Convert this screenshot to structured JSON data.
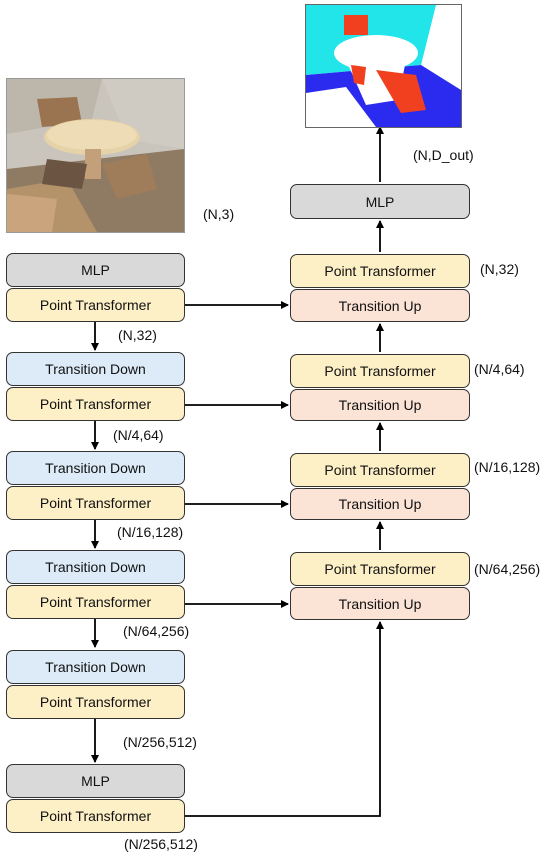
{
  "encoder": {
    "mlp": "MLP",
    "pt0": "Point Transformer",
    "td1": "Transition Down",
    "pt1": "Point Transformer",
    "td2": "Transition Down",
    "pt2": "Point Transformer",
    "td3": "Transition Down",
    "pt3": "Point Transformer",
    "td4": "Transition Down",
    "pt4": "Point Transformer"
  },
  "bottleneck": {
    "mlp": "MLP",
    "pt": "Point Transformer"
  },
  "decoder": {
    "mlp": "MLP",
    "pt1": "Point Transformer",
    "tu1": "Transition Up",
    "pt2": "Point Transformer",
    "tu2": "Transition Up",
    "pt3": "Point Transformer",
    "tu3": "Transition Up",
    "pt4": "Point Transformer",
    "tu4": "Transition Up"
  },
  "labels": {
    "input": "(N,3)",
    "output": "(N,D_out)",
    "enc1": "(N,32)",
    "enc2": "(N/4,64)",
    "enc3": "(N/16,128)",
    "enc4": "(N/64,256)",
    "enc5": "(N/256,512)",
    "bottleneck": "(N/256,512)",
    "dec1": "(N,32)",
    "dec2": "(N/4,64)",
    "dec3": "(N/16,128)",
    "dec4": "(N/64,256)"
  },
  "colors": {
    "point_transformer": "#fdefc6",
    "transition_down": "#dcebf7",
    "transition_up": "#fbe3d6",
    "mlp": "#d9d9d9"
  }
}
